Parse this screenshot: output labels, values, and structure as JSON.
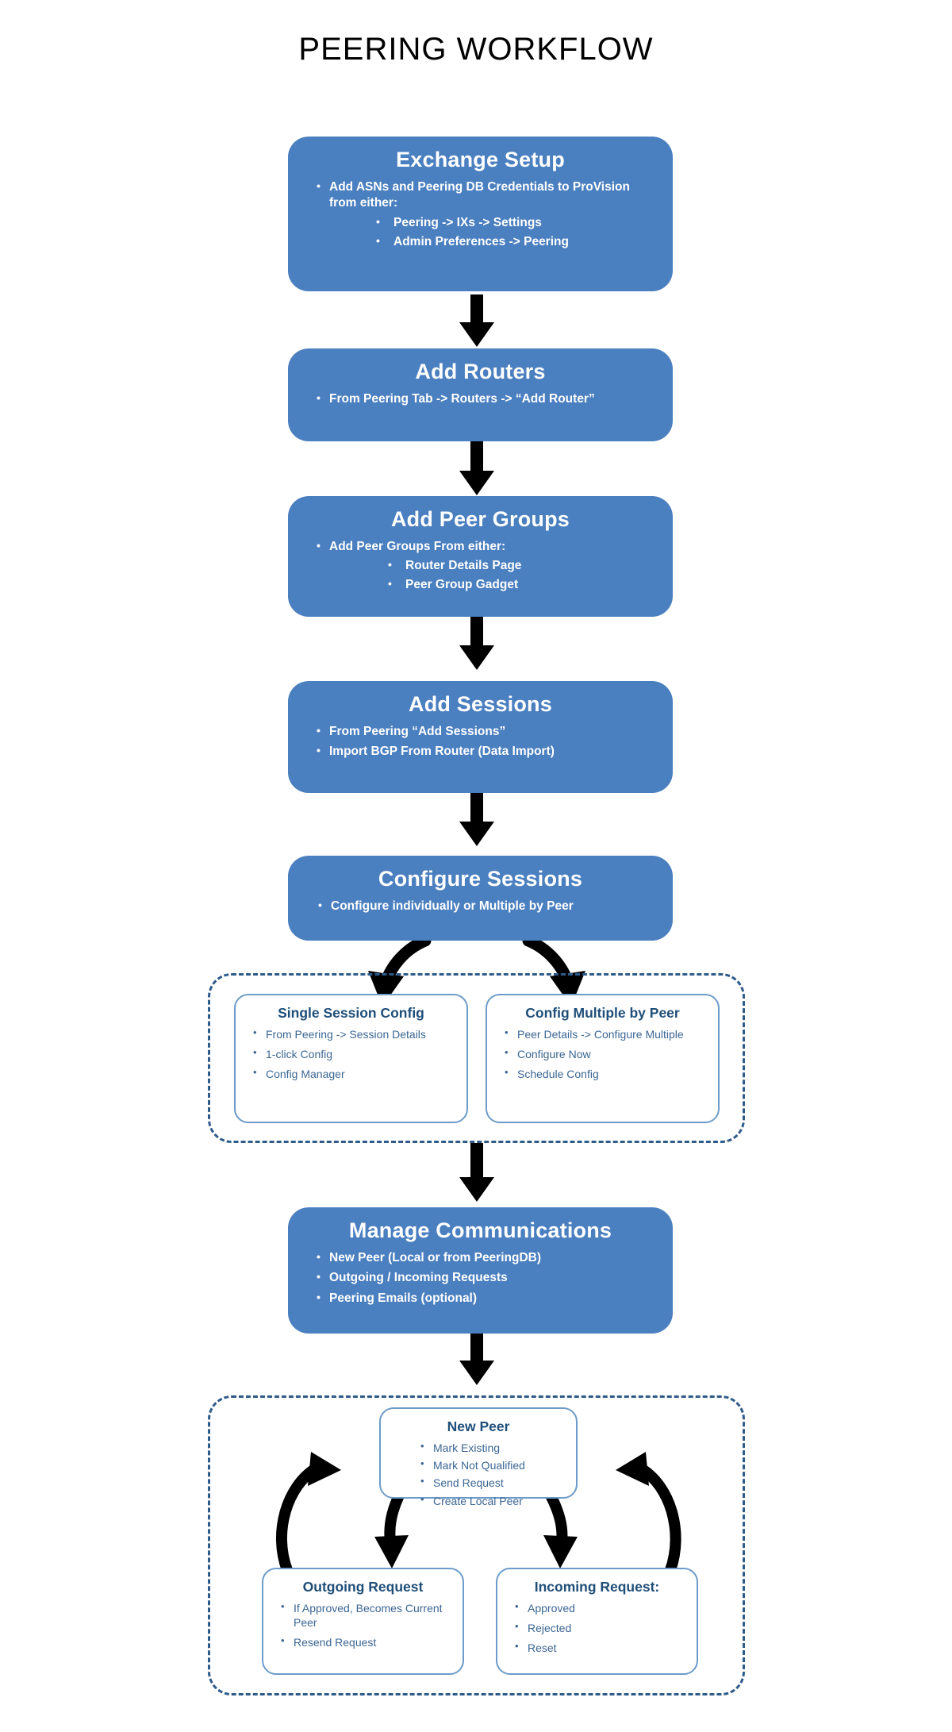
{
  "title": "PEERING WORKFLOW",
  "colors": {
    "step_fill": "#4a7fc0",
    "step_text": "#ffffff",
    "dashed_border": "#2e5b8a",
    "subbox_border": "#6d9bc9",
    "subbox_title": "#1f4e79",
    "subbox_text": "#3c6694",
    "arrow": "#000000",
    "page_background": "#ffffff"
  },
  "steps": [
    {
      "id": "exchange-setup",
      "title": "Exchange Setup",
      "bullets": [
        "Add ASNs and Peering DB Credentials to ProVision from either:"
      ],
      "subbullets": [
        "Peering -> IXs -> Settings",
        "Admin Preferences -> Peering"
      ]
    },
    {
      "id": "add-routers",
      "title": "Add Routers",
      "bullets": [
        "From Peering Tab -> Routers -> “Add Router”"
      ],
      "subbullets": []
    },
    {
      "id": "add-peer-groups",
      "title": "Add Peer Groups",
      "bullets": [
        "Add Peer Groups From either:"
      ],
      "subbullets": [
        "Router Details Page",
        "Peer Group Gadget"
      ]
    },
    {
      "id": "add-sessions",
      "title": "Add Sessions",
      "bullets": [
        "From  Peering “Add Sessions”",
        "Import BGP From Router (Data Import)"
      ],
      "subbullets": []
    },
    {
      "id": "configure-sessions",
      "title": "Configure Sessions",
      "bullets": [
        "Configure individually or Multiple by Peer"
      ],
      "subbullets": []
    },
    {
      "id": "manage-communications",
      "title": "Manage Communications",
      "bullets": [
        "New Peer (Local or from PeeringDB)",
        "Outgoing / Incoming Requests",
        "Peering Emails (optional)"
      ],
      "subbullets": []
    }
  ],
  "config_group": {
    "boxes": [
      {
        "id": "single-session-config",
        "title": "Single Session Config",
        "bullets": [
          "From Peering -> Session Details",
          "1-click Config",
          "Config Manager"
        ]
      },
      {
        "id": "config-multiple-by-peer",
        "title": "Config Multiple by Peer",
        "bullets": [
          "Peer Details -> Configure Multiple",
          "Configure Now",
          "Schedule Config"
        ]
      }
    ]
  },
  "communications_group": {
    "boxes": [
      {
        "id": "new-peer",
        "title": "New Peer",
        "bullets": [
          "Mark Existing",
          "Mark Not Qualified",
          "Send Request",
          "Create Local Peer"
        ]
      },
      {
        "id": "outgoing-request",
        "title": "Outgoing Request",
        "bullets": [
          "If Approved, Becomes Current Peer",
          "Resend Request"
        ]
      },
      {
        "id": "incoming-request",
        "title": "Incoming Request:",
        "bullets": [
          "Approved",
          "Rejected",
          "Reset"
        ]
      }
    ]
  }
}
